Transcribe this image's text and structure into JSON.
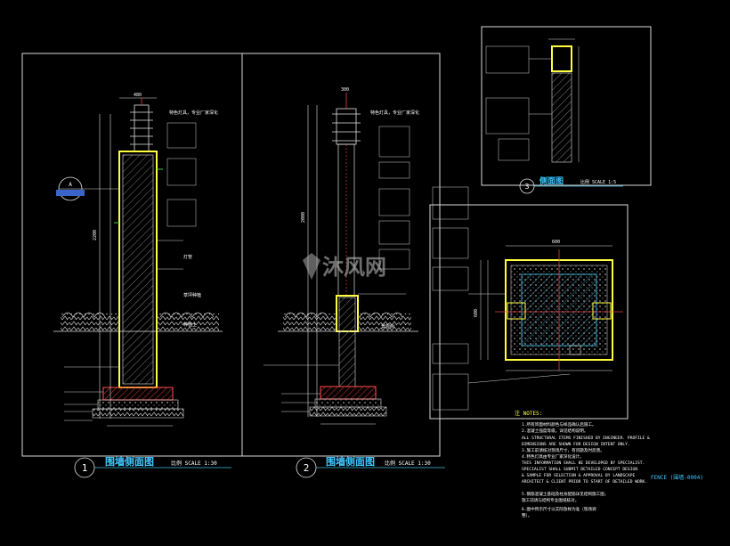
{
  "drawing": {
    "view1": {
      "number": "1",
      "title": "围墙侧面图",
      "scale": "比例 SCALE 1:30"
    },
    "view2": {
      "number": "2",
      "title": "围墙侧面图",
      "scale": "比例 SCALE 1:30"
    },
    "view3": {
      "number": "3",
      "title": "侧面图",
      "scale": "比例 SCALE 1:5"
    },
    "detail_marker": "A",
    "callout_lamp": "特色灯具，专业厂家深化",
    "callout_lamp2": "特色灯具，专业厂家深化",
    "callout_light": "灯管",
    "callout_grass": "草坪种植",
    "callout_soil": "种植土",
    "callout_tree": "景观树",
    "sheet_tag": "FENCE (围墙-0004)",
    "notes_heading": "注 NOTES:",
    "notes_lines": [
      "1.所有饰面材料颜色与样品确认后施工。",
      "2.混凝土强度等级，详见结构说明。",
      "ALL STRUCTURAL ITEMS FINISHED BY ENGINEER. PROFILE &",
      "DIMENSIONS ARE SHOWN FOR DESIGN INTENT ONLY.",
      "3.施工前请核对现场尺寸，有问题及时反馈。",
      "4.特色灯具由专业厂家深化设计。",
      "THIS INFORMATION SHALL BE DEVELOPED BY SPECIALIST.",
      "SPECIALIST SHALL SUBMIT DETAILED CONCEPT DESIGN",
      "& SAMPLE FOR SELECTION & APPROVAL BY LANDSCAPE",
      "ARCHITECT & CLIENT PRIOR TO START OF DETAILED WORK.",
      "5.钢筋混凝土基础及柱身配筋详见结构施工图，",
      "  施工前请与结构专业图纸核对。",
      "6.图中所示尺寸以实际放样为准（现场调",
      "  整）。"
    ],
    "watermark": "沐风网"
  }
}
